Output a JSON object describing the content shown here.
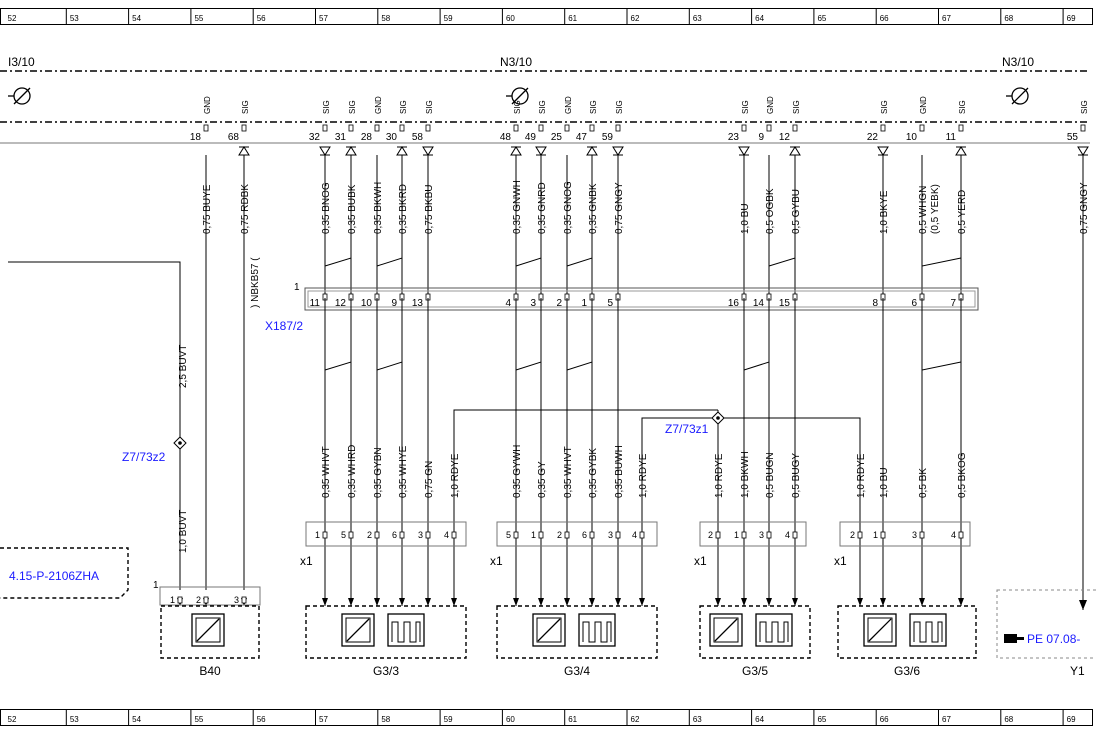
{
  "ruler_numbers": [
    "52",
    "53",
    "54",
    "55",
    "56",
    "57",
    "58",
    "59",
    "60",
    "61",
    "62",
    "63",
    "64",
    "65",
    "66",
    "67",
    "68",
    "69"
  ],
  "module_labels": [
    "I3/10",
    "N3/10",
    "N3/10"
  ],
  "pin_tags": {
    "gnd": "GND",
    "sig": "SIG"
  },
  "ecu_pins": [
    "18",
    "68",
    "32",
    "31",
    "28",
    "30",
    "58",
    "48",
    "49",
    "25",
    "47",
    "59",
    "23",
    "9",
    "12",
    "22",
    "10",
    "11",
    "55"
  ],
  "upper_wires": [
    "0,75 BUYE",
    "0,75 RDBK",
    "0,35 BNOG",
    "0,35 BUBK",
    "0,35 BKWH",
    "0,35 BKRD",
    "0,75 BKBU",
    "0,35 GNWH",
    "0,35 GNRD",
    "0,35 GNOG",
    "0,35 GNBK",
    "0,75 GNGY",
    "1,0 BU",
    "0,5 OGBK",
    "0,5 GYBU",
    "1,0 BKYE",
    "0,5 WHGN",
    "(0,5 YEBK)",
    "0,5 YERD",
    "0,75 GNGY"
  ],
  "rdbk_note": ") NBKB57 (",
  "connector": {
    "label": "X187/2",
    "start_num": "1",
    "pins": [
      "11",
      "12",
      "10",
      "9",
      "13",
      "4",
      "3",
      "2",
      "1",
      "5",
      "16",
      "14",
      "15",
      "8",
      "6",
      "7"
    ]
  },
  "splices": [
    "Z7/73z2",
    "Z7/73z1"
  ],
  "buvt_wires": [
    "2,5 BUVT",
    "1,0 BUVT"
  ],
  "lower_wires": [
    "0,35 WHVT",
    "0,35 WHRD",
    "0,35 GYBN",
    "0,35 WHYE",
    "0,75 GN",
    "1,0 RDYE",
    "0,35 GYWH",
    "0,35 GY",
    "0,35 WHVT",
    "0,35 GYBK",
    "0,35 BUWH",
    "1,0 RDYE",
    "1,0 RDYE",
    "1,0 BKWH",
    "0,5 BUGN",
    "0,5 BUGY",
    "1,0 RDYE",
    "1,0 BU",
    "0,5 BK",
    "0,5 BKOG"
  ],
  "sensor_pins": {
    "g33": [
      "1",
      "5",
      "2",
      "6",
      "3",
      "4"
    ],
    "g34": [
      "5",
      "1",
      "2",
      "6",
      "3",
      "4"
    ],
    "g35": [
      "2",
      "1",
      "3",
      "4"
    ],
    "g36": [
      "2",
      "1",
      "3",
      "4"
    ],
    "b40": [
      "1",
      "2",
      "3"
    ]
  },
  "x1_label": "x1",
  "b40_start": "1",
  "ref_box": "4.15-P-2106ZHA",
  "ref_pe": "PE 07.08-",
  "components": [
    "B40",
    "G3/3",
    "G3/4",
    "G3/5",
    "G3/6",
    "Y1"
  ]
}
